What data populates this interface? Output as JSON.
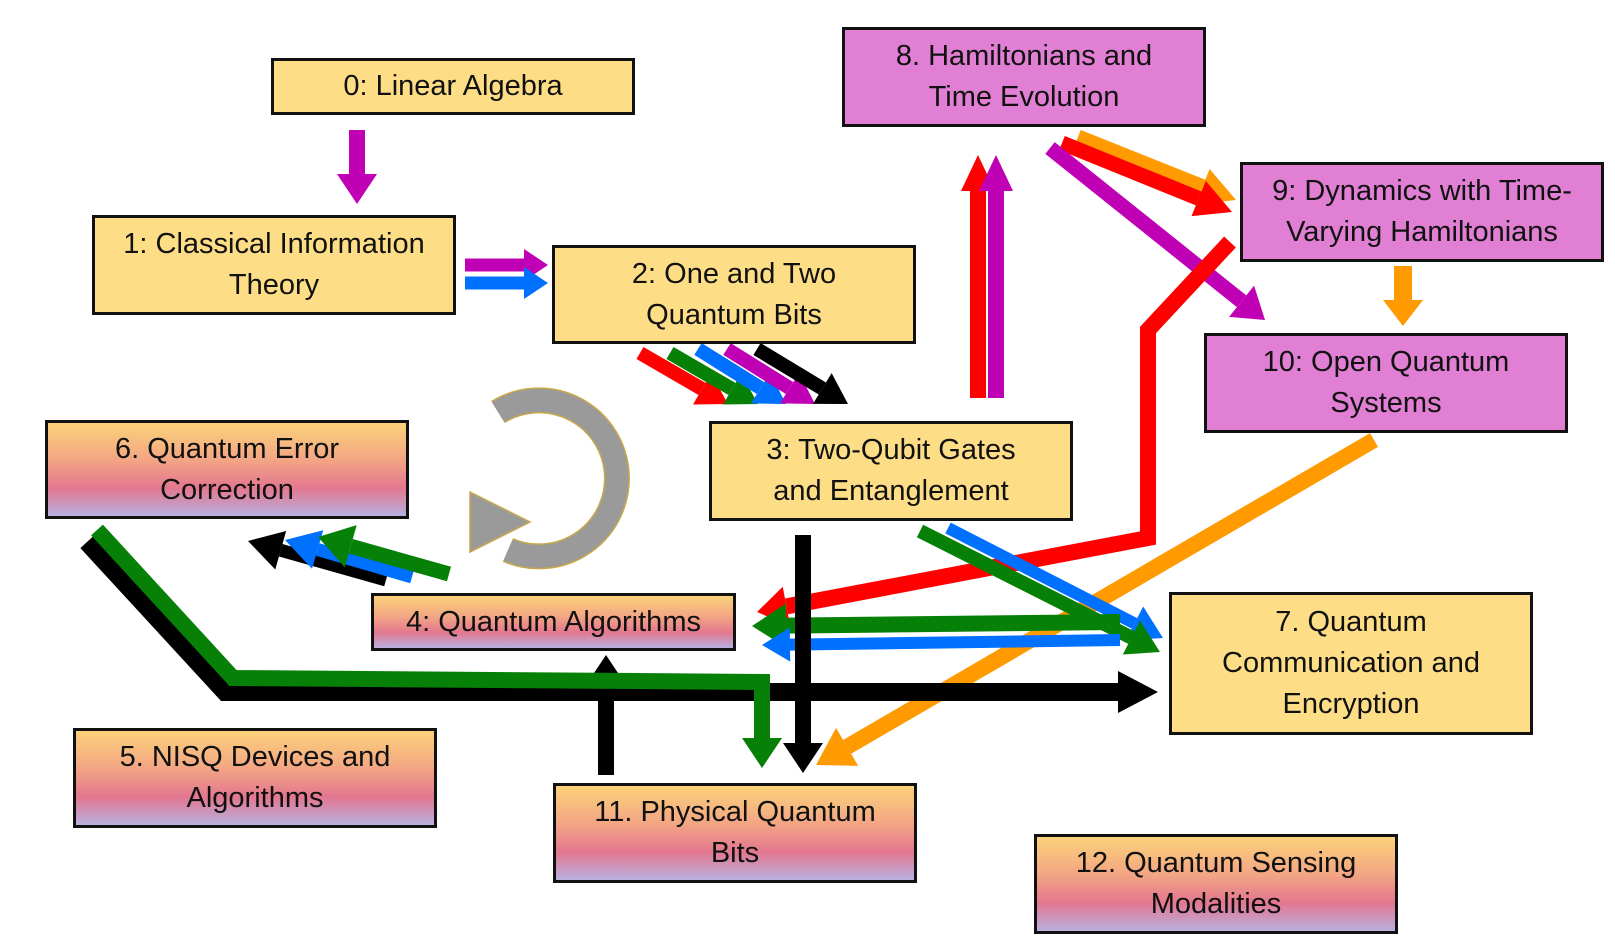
{
  "nodes": {
    "n0": {
      "lines": [
        "0: Linear Algebra"
      ]
    },
    "n1": {
      "lines": [
        "1: Classical Information",
        "Theory"
      ]
    },
    "n2": {
      "lines": [
        "2: One and Two",
        "Quantum Bits"
      ]
    },
    "n3": {
      "lines": [
        "3: Two-Qubit Gates",
        "and Entanglement"
      ]
    },
    "n4": {
      "lines": [
        "4: Quantum Algorithms"
      ]
    },
    "n5": {
      "lines": [
        "5. NISQ Devices and",
        "Algorithms"
      ]
    },
    "n6": {
      "lines": [
        "6. Quantum Error",
        "Correction"
      ]
    },
    "n7": {
      "lines": [
        "7. Quantum",
        "Communication and",
        "Encryption"
      ]
    },
    "n8": {
      "lines": [
        "8. Hamiltonians and",
        "Time Evolution"
      ]
    },
    "n9": {
      "lines": [
        "9: Dynamics with Time-",
        "Varying Hamiltonians"
      ]
    },
    "n10": {
      "lines": [
        "10: Open Quantum",
        "Systems"
      ]
    },
    "n11": {
      "lines": [
        "11. Physical Quantum",
        "Bits"
      ]
    },
    "n12": {
      "lines": [
        "12. Quantum Sensing",
        "Modalities"
      ]
    }
  },
  "colors": {
    "red": "#ff0000",
    "orange": "#ff9a00",
    "green": "#078007",
    "blue": "#0070ff",
    "magenta": "#c000b5",
    "black": "#000000",
    "yellow_box": "#fddd86",
    "pink_box": "#e07fd3",
    "cycle_gray": "#9a9a9a"
  },
  "icons": {
    "cycle": "circular-arrow-icon"
  }
}
